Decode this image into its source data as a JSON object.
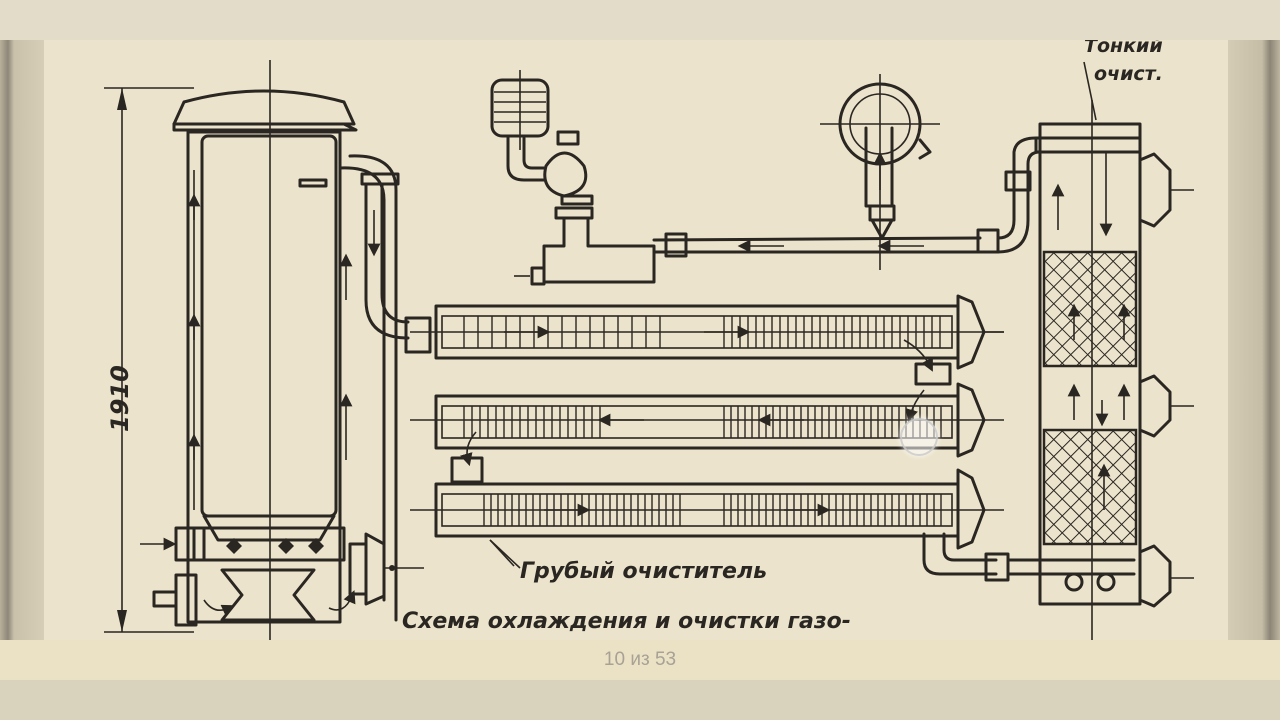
{
  "diagram": {
    "dimension_label": "1910",
    "label_fine_cleaner": "Тонкий очист.",
    "label_fine_cleaner_line1": "Тонкий",
    "label_fine_cleaner_line2": "очист.",
    "label_coarse_cleaner": "Грубый очиститель",
    "caption_line1": "Схема охлаждения и очистки газо-"
  },
  "pager": {
    "page_indicator": "10 из 53"
  }
}
